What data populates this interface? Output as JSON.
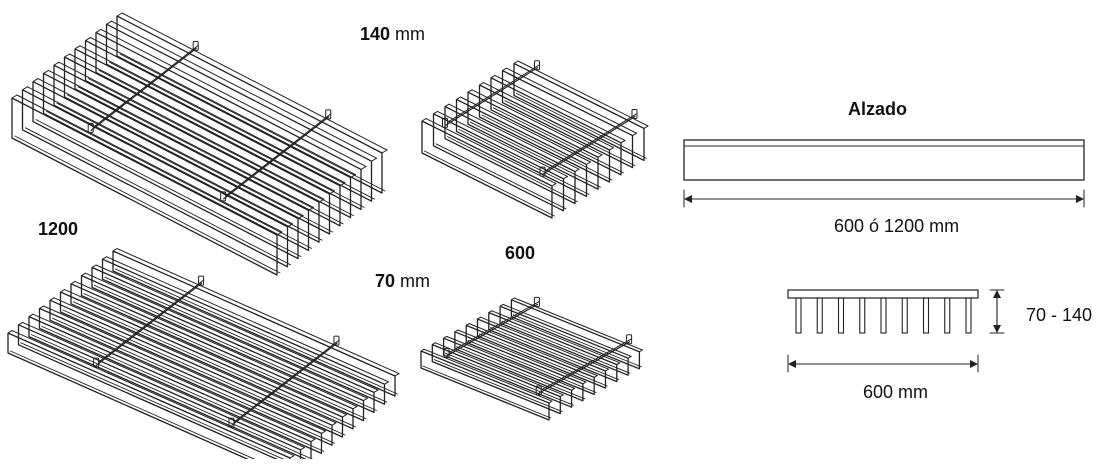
{
  "labels": {
    "dim_140_value": "140",
    "dim_140_unit": " mm",
    "dim_70_value": "70",
    "dim_70_unit": " mm",
    "size_1200": "1200",
    "size_600": "600",
    "elevation_title": "Alzado",
    "elevation_length": "600 ó 1200 mm",
    "section_height": "70 - 140",
    "section_width": "600 mm"
  },
  "panels": [
    {
      "name": "panel-1200-tall",
      "blades": 11,
      "depth": "140 mm",
      "length": "1200"
    },
    {
      "name": "panel-600-tall",
      "blades": 9,
      "depth": "140 mm",
      "length": "600"
    },
    {
      "name": "panel-1200-short",
      "blades": 11,
      "depth": "70 mm",
      "length": "1200"
    },
    {
      "name": "panel-600-short",
      "blades": 9,
      "depth": "70 mm",
      "length": "600"
    }
  ],
  "section_fins": 9,
  "colors": {
    "line": "#222222",
    "background": "#ffffff"
  }
}
